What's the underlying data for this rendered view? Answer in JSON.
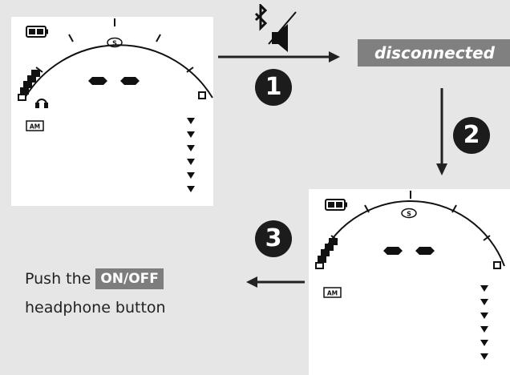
{
  "display": {
    "am_label": "AM",
    "eq_label": "S"
  },
  "steps": {
    "step_1": "1",
    "step_2": "2",
    "step_3": "3"
  },
  "status_text": "disconnected",
  "icons": {
    "bluetooth": "bluetooth-icon",
    "speaker": "speaker-icon",
    "headphone": "headphone-icon",
    "battery": "battery-icon"
  },
  "instruction": {
    "line1_prefix": "Push the",
    "key_label": "ON/OFF",
    "line2": "headphone button"
  },
  "colors": {
    "background": "#e6e6e6",
    "badge": "#1c1c1c",
    "tag": "#808080"
  }
}
